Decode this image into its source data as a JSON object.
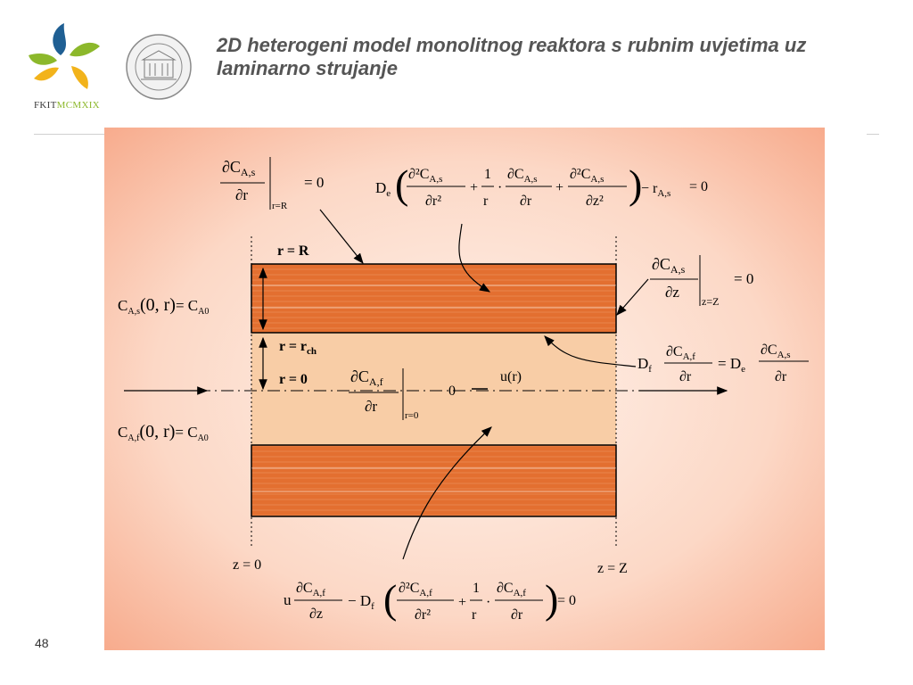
{
  "logo": {
    "text_main": "FKIT",
    "text_accent": "MCMXIX"
  },
  "title": "2D heterogeni model monolitnog reaktora s rubnim uvjetima uz laminarno strujanje",
  "slide_number": "48",
  "colors": {
    "title": "#555555",
    "canvas_edge": "#f7a98a",
    "canvas_center": "#fff3ec",
    "wall": "#e36f30",
    "channel": "#f8cda6"
  },
  "figure": {
    "label_r_eq_R": "r = R",
    "label_r_eq_rch": "r = r",
    "label_rch_sub": "ch",
    "label_r_eq_0": "r = 0",
    "label_z0": "z = 0",
    "label_zZ": "z = Z",
    "label_u": "u(r)",
    "label_zero": "0",
    "eq_top_left": {
      "num": "∂C",
      "num_sub": "A,s",
      "den": "∂r",
      "eval": "r=R",
      "rhs": "= 0"
    },
    "eq_solid_pde": {
      "coef": "D",
      "coef_sub": "e",
      "t1_num": "∂²C",
      "t1_num_sub": "A,s",
      "t1_den": "∂r²",
      "t2_num": "1",
      "t2_den": "r",
      "t3_num": "∂C",
      "t3_num_sub": "A,s",
      "t3_den": "∂r",
      "t4_num": "∂²C",
      "t4_num_sub": "A,s",
      "t4_den": "∂z²",
      "tail": "− r",
      "tail_sub": "A,s",
      "rhs": "= 0"
    },
    "eq_right_top": {
      "num": "∂C",
      "num_sub": "A,s",
      "den": "∂z",
      "eval": "z=Z",
      "rhs": "= 0"
    },
    "eq_inlet_solid": {
      "lhs": "C",
      "lhs_sub": "A,s",
      "args": "(0, r)",
      "rhs": "= C",
      "rhs_sub": "A0"
    },
    "eq_inlet_fluid": {
      "lhs": "C",
      "lhs_sub": "A,f",
      "args": "(0, r)",
      "rhs": "= C",
      "rhs_sub": "A0"
    },
    "eq_symmetry": {
      "num": "∂C",
      "num_sub": "A,f",
      "den": "∂r",
      "eval": "r=0"
    },
    "eq_interface": {
      "c1": "D",
      "c1_sub": "f",
      "n1": "∂C",
      "n1_sub": "A,f",
      "d1": "∂r",
      "eq": "= D",
      "eq_sub": "e",
      "n2": "∂C",
      "n2_sub": "A,s",
      "d2": "∂r"
    },
    "eq_fluid_pde": {
      "u": "u",
      "n1": "∂C",
      "n1_sub": "A,f",
      "d1": "∂z",
      "minus": "− D",
      "minus_sub": "f",
      "t1_num": "∂²C",
      "t1_num_sub": "A,f",
      "t1_den": "∂r²",
      "t2_num": "1",
      "t2_den": "r",
      "t3_num": "∂C",
      "t3_num_sub": "A,f",
      "t3_den": "∂r",
      "rhs": "= 0"
    }
  }
}
